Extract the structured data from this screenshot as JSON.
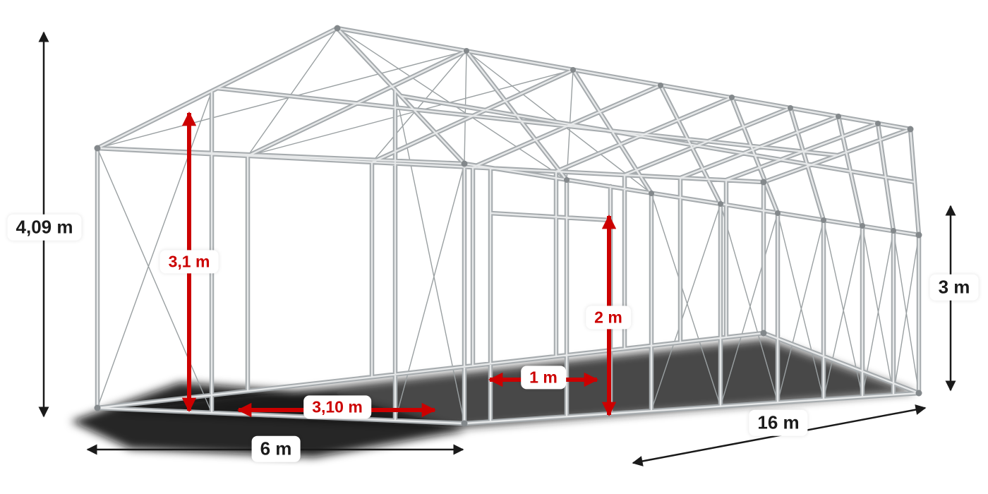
{
  "diagram": {
    "subject": "party-tent-steel-frame-with-dimensions",
    "dimensions": {
      "ridge_height": {
        "value": "4,09 m",
        "color": "black",
        "orientation": "vertical",
        "meaning": "total ridge height"
      },
      "width": {
        "value": "6 m",
        "color": "black",
        "orientation": "horizontal",
        "meaning": "tent width"
      },
      "length": {
        "value": "16 m",
        "color": "black",
        "orientation": "diagonal",
        "meaning": "tent length"
      },
      "side_height": {
        "value": "3 m",
        "color": "black",
        "orientation": "vertical",
        "meaning": "side wall height"
      },
      "entrance_height": {
        "value": "3,1 m",
        "color": "red",
        "orientation": "vertical",
        "meaning": "front entrance height"
      },
      "entrance_width": {
        "value": "3,10 m",
        "color": "red",
        "orientation": "horizontal",
        "meaning": "front entrance width"
      },
      "side_door_width": {
        "value": "1 m",
        "color": "red",
        "orientation": "horizontal",
        "meaning": "side door width"
      },
      "side_door_height": {
        "value": "2 m",
        "color": "red",
        "orientation": "vertical",
        "meaning": "side door height"
      }
    },
    "colors": {
      "dimension_red": "#cc0000",
      "dimension_black": "#1a1a1a",
      "frame_gray": "#a6abae",
      "frame_highlight": "#e6e8e9",
      "label_background": "#ffffff"
    }
  }
}
